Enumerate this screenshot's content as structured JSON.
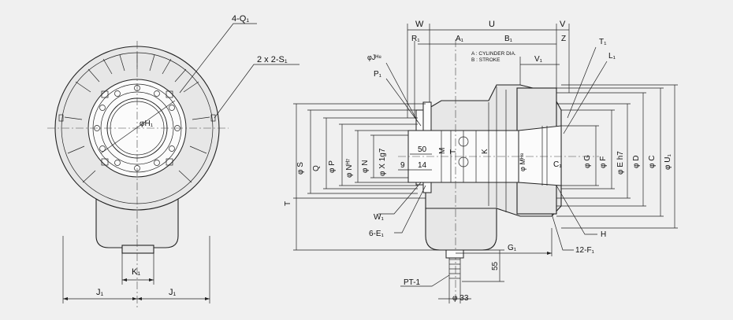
{
  "labels": {
    "q1": "4-Q₁",
    "s1": "2 x 2-S₁",
    "h1": "φH₁",
    "k1": "K₁",
    "j1_left": "J₁",
    "j1_right": "J₁",
    "w": "W",
    "u": "U",
    "v": "V",
    "r1": "R₁",
    "a1": "A₁",
    "b1": "B₁",
    "z": "Z",
    "t1": "T₁",
    "l1": "L₁",
    "v1": "V₁",
    "jh8": "φJᴴ⁸",
    "p1": "P₁",
    "legend_a": "A : CYLINDER DIA.",
    "legend_b": "B : STROKE",
    "s": "φ S",
    "q": "Q",
    "p": "φ P",
    "nh7": "φ Nᴴ⁷",
    "n": "φ N",
    "x": "φ X 1g7",
    "d50": "50",
    "m": "M",
    "t": "T",
    "k": "K",
    "mh8": "φ Mᴴ⁸",
    "g": "φ G",
    "f": "φ F",
    "eh7": "φ E h7",
    "d": "φ D",
    "c": "φ C",
    "u1": "φ U₁",
    "c1": "C₁",
    "d9": "9",
    "d14": "14",
    "t_big": "T",
    "w1": "W₁",
    "e1": "6-E₁",
    "h": "H",
    "g1": "G₁",
    "f1": "12-F₁",
    "d55": "55",
    "pt1": "PT-1",
    "d33": "φ 33"
  }
}
